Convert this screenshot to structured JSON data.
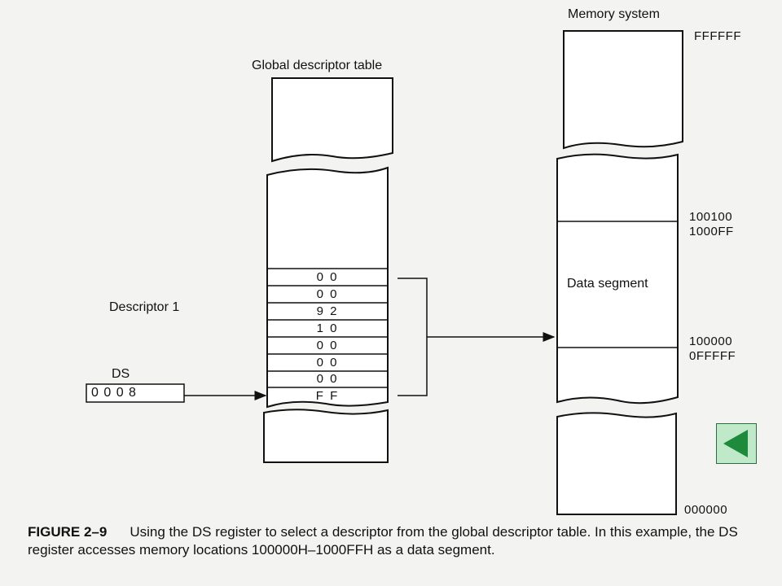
{
  "memory": {
    "title": "Memory system",
    "addr_top": "FFFFFF",
    "addr_100100": "100100",
    "addr_1000FF": "1000FF",
    "segment_label": "Data segment",
    "addr_100000": "100000",
    "addr_0FFFFF": "0FFFFF",
    "addr_bottom": "000000"
  },
  "gdt": {
    "title": "Global descriptor table",
    "descriptor_label": "Descriptor 1",
    "bytes": [
      "0 0",
      "0 0",
      "9 2",
      "1 0",
      "0 0",
      "0 0",
      "0 0",
      "F F"
    ]
  },
  "ds": {
    "label": "DS",
    "value": "0 0 0 8"
  },
  "caption": {
    "figure": "FIGURE 2–9",
    "text": "Using the DS register to select a descriptor from the global descriptor table. In this example, the DS register accesses memory locations 100000H–1000FFH as a data segment."
  },
  "nav": {
    "icon": "back-arrow-icon",
    "color": "#1e8a3c"
  }
}
